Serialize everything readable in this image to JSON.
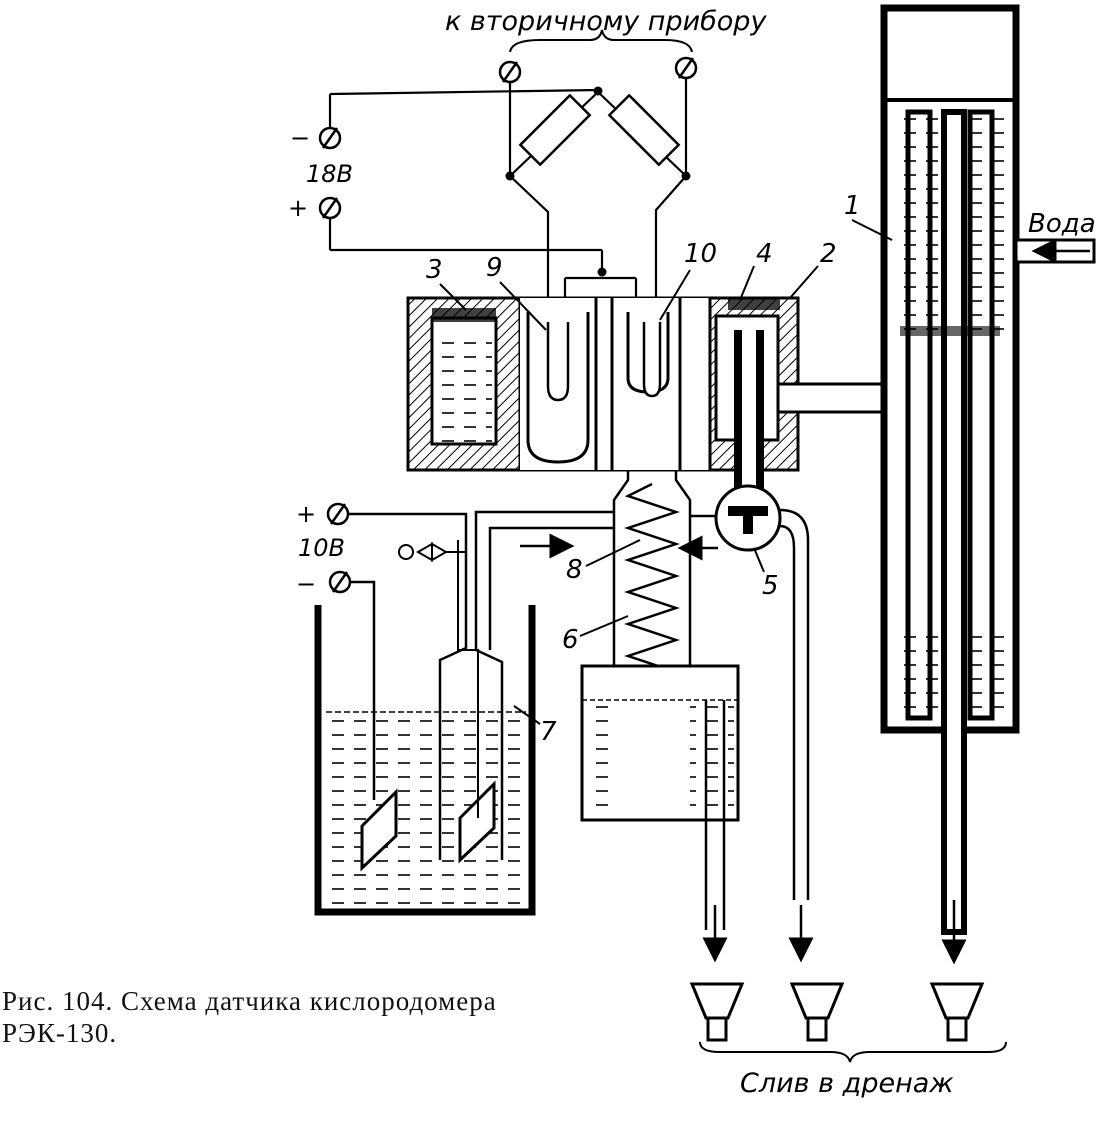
{
  "top_label": "к вторичному прибору",
  "bottom_label": "Слив в дренаж",
  "water_label": "Вода",
  "voltage_18": "18В",
  "voltage_10": "10В",
  "minus": "−",
  "plus": "+",
  "parts": [
    "1",
    "2",
    "3",
    "4",
    "5",
    "6",
    "7",
    "8",
    "9",
    "10"
  ],
  "caption": {
    "line1": "Рис. 104. Схема датчика кислородомера",
    "line2": "РЭК-130."
  }
}
